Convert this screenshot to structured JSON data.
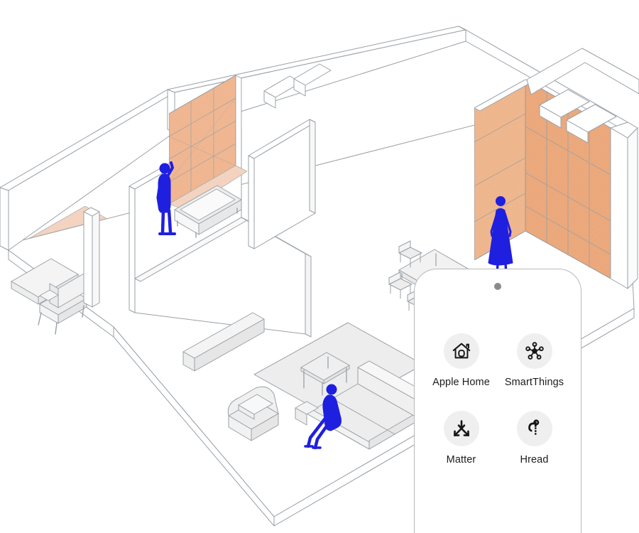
{
  "scene": {
    "title": "Isometric smart-home apartment cutaway",
    "palette": {
      "floor_orange": "#F6BC92",
      "floor_pink": "#FBDAC6",
      "tile_orange": "#F7BC96",
      "wall_white": "#FFFFFF",
      "outline_gray": "#9AA0A6",
      "furniture_gray": "#EDEDED",
      "figure_blue": "#1F1FE0",
      "phone_white": "#FFFFFF",
      "icon_bg_gray": "#EFEFEF",
      "icon_stroke": "#161616"
    },
    "rooms": [
      {
        "name": "bathroom",
        "floor": "floor_pink",
        "features": [
          "tiled-wall",
          "bathtub"
        ]
      },
      {
        "name": "bedroom-nook",
        "floor": "floor_pink",
        "features": [
          "desk",
          "armchair"
        ]
      },
      {
        "name": "living-room",
        "floor": "floor_orange",
        "features": [
          "rug",
          "sofa",
          "coffee-table",
          "armchair",
          "media-bench"
        ]
      },
      {
        "name": "dining-area",
        "floor": "floor_orange",
        "features": [
          "dining-table",
          "chairs"
        ]
      },
      {
        "name": "storage-wall",
        "floor": "floor_orange",
        "features": [
          "shelving-unit"
        ]
      }
    ],
    "figures": [
      {
        "name": "person-bathroom",
        "pose": "standing-arm-raised"
      },
      {
        "name": "person-shelving",
        "pose": "standing-facing-shelves"
      },
      {
        "name": "person-sofa",
        "pose": "seated-on-sofa"
      }
    ]
  },
  "phone": {
    "camera_dot": "camera-dot",
    "apps": [
      {
        "id": "apple-home",
        "label": "Apple Home",
        "icon": "home-icon"
      },
      {
        "id": "smartthings",
        "label": "SmartThings",
        "icon": "hub-network-icon"
      },
      {
        "id": "matter",
        "label": "Matter",
        "icon": "matter-arrows-icon"
      },
      {
        "id": "thread",
        "label": "Hread",
        "icon": "thread-icon"
      }
    ]
  }
}
